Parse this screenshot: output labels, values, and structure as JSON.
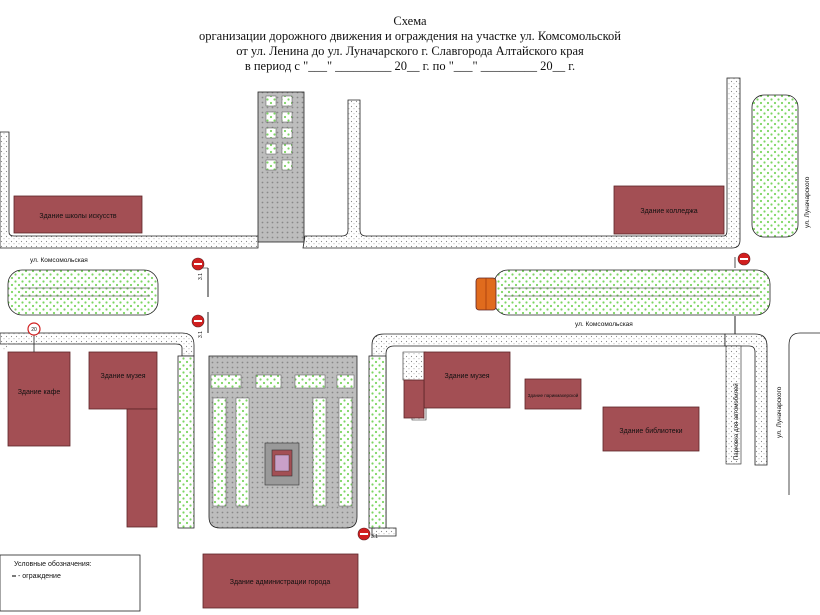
{
  "title": {
    "line1": "Схема",
    "line2": "организации дорожного движения и ограждения на участке ул. Комсомольской",
    "line3": "от ул. Ленина до ул. Луначарского г. Славгорода Алтайского края",
    "line4": "в период с \"___\" _________ 20__ г. по \"___\" _________ 20__ г."
  },
  "streets": {
    "komsomolskaya_left": "ул. Комсомольская",
    "komsomolskaya_right": "ул. Комсомольская",
    "lunacharskogo_top": "ул. Луначарского",
    "lunacharskogo_bottom": "ул. Луначарского",
    "parking": "Парковка для автомобилей"
  },
  "buildings": {
    "art_school": "Здание школы искусств",
    "college": "Здание колледжа",
    "cafe": "Здание кафе",
    "museum_left": "Здание музея",
    "museum_right": "Здание музея",
    "hairdresser": "Здание парикмахерской",
    "library": "Здание библиотеки",
    "administration": "Здание администрации города"
  },
  "signs": {
    "sign_code": "3.1",
    "sign_code_alt": "3.1",
    "sign_code_speed": "20"
  },
  "legend": {
    "title": "Условные обозначения:",
    "fence_label": "- ограждение"
  },
  "colors": {
    "building": "#a34f54",
    "building_border": "#5c2326",
    "lawn_fill": "#ffffff",
    "lawn_dot": "#7cd662",
    "sidewalk_dot": "#8a8a8a",
    "paving": "#b5b5b5",
    "fence": "#222222",
    "sign_red": "#d11f1f",
    "barrier_orange": "#e06b1d"
  }
}
